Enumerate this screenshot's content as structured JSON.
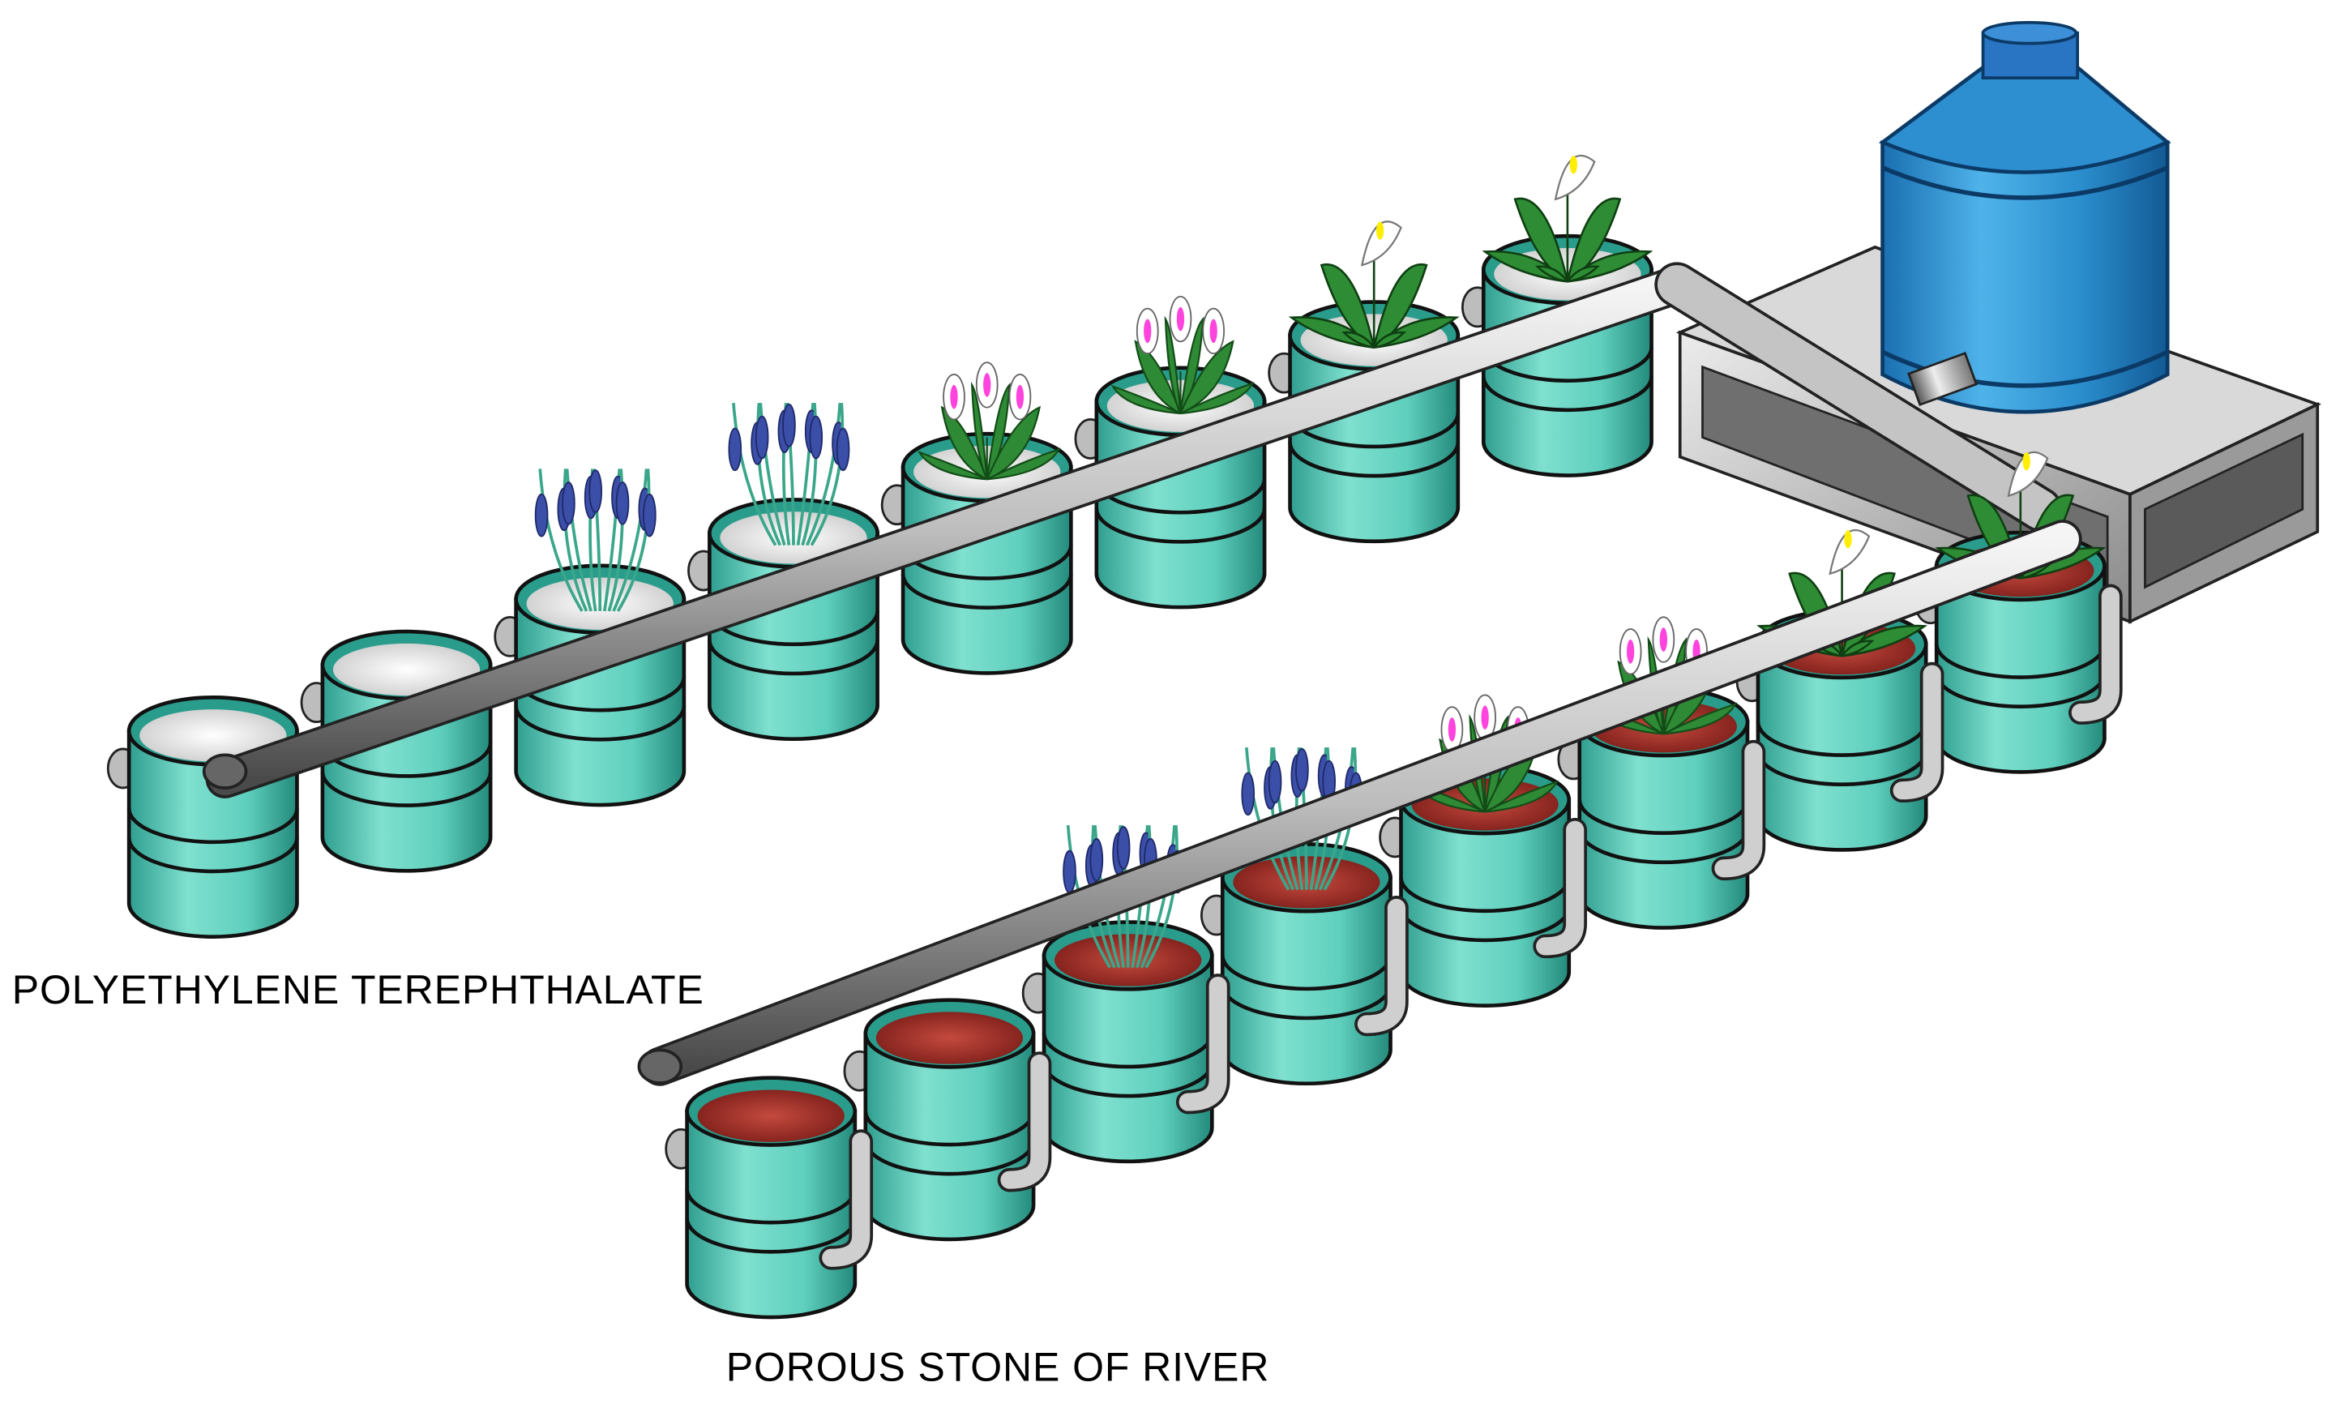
{
  "labels": {
    "pet_row": "POLYETHYLENE TEREPHTHALATE",
    "stone_row": "POROUS STONE OF RIVER"
  },
  "legend": {},
  "components": {
    "tank": "water-storage-tank",
    "stand": "tank-stand",
    "supply_pipe": "distribution-pipe",
    "pet_containers": 8,
    "stone_containers": 8
  },
  "rows": [
    {
      "id": "pet",
      "media": "pet-flakes",
      "plants": [
        "none",
        "none",
        "lavender",
        "lavender",
        "peace-lily",
        "peace-lily",
        "calla-lily",
        "calla-lily"
      ]
    },
    {
      "id": "stone",
      "media": "river-stone",
      "plants": [
        "none",
        "none",
        "lavender",
        "lavender",
        "peace-lily",
        "peace-lily",
        "calla-lily",
        "calla-lily"
      ]
    }
  ],
  "colors": {
    "container": "#5fd1c0",
    "container_dark": "#2a9c8c",
    "pipe": "#d0d0d0",
    "tank": "#1f7fc0",
    "stand": "#b8b8b8",
    "pet_media": "#e6e6e6",
    "stone_media": "#a4302a",
    "leaf": "#2f8a36",
    "lavender": "#3b4fa8",
    "bloom": "#ff44dd"
  }
}
